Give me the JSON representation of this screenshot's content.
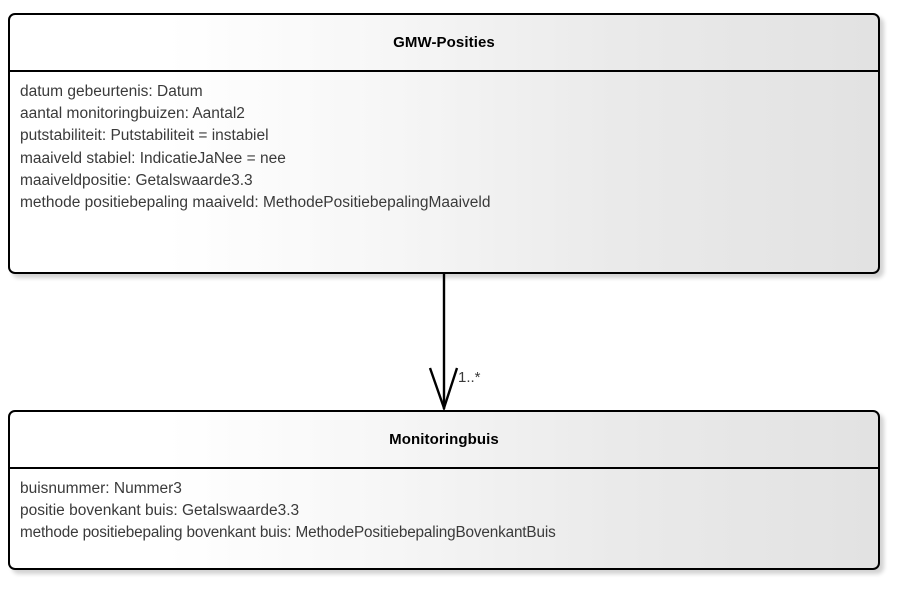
{
  "diagram": {
    "type": "uml-class-diagram",
    "classes": [
      {
        "name": "GMW-Posities",
        "attributes": [
          "datum gebeurtenis: Datum",
          "aantal monitoringbuizen: Aantal2",
          "putstabiliteit: Putstabiliteit = instabiel",
          "maaiveld stabiel: IndicatieJaNee = nee",
          "maaiveldpositie: Getalswaarde3.3",
          "methode positiebepaling maaiveld: MethodePositiebepalingMaaiveld"
        ]
      },
      {
        "name": "Monitoringbuis",
        "attributes": [
          "buisnummer: Nummer3",
          "positie bovenkant buis: Getalswaarde3.3",
          "methode positiebepaling bovenkant buis: MethodePositiebepalingBovenkantBuis"
        ]
      }
    ],
    "association": {
      "source": "GMW-Posities",
      "target": "Monitoringbuis",
      "multiplicity": "1..*",
      "arrow": "open-arrowhead"
    },
    "colors": {
      "border": "#000000",
      "fill_start": "#ffffff",
      "fill_end": "#e2e2e2",
      "text": "#3a3a3a",
      "title_text": "#000000",
      "background": "#ffffff"
    }
  }
}
